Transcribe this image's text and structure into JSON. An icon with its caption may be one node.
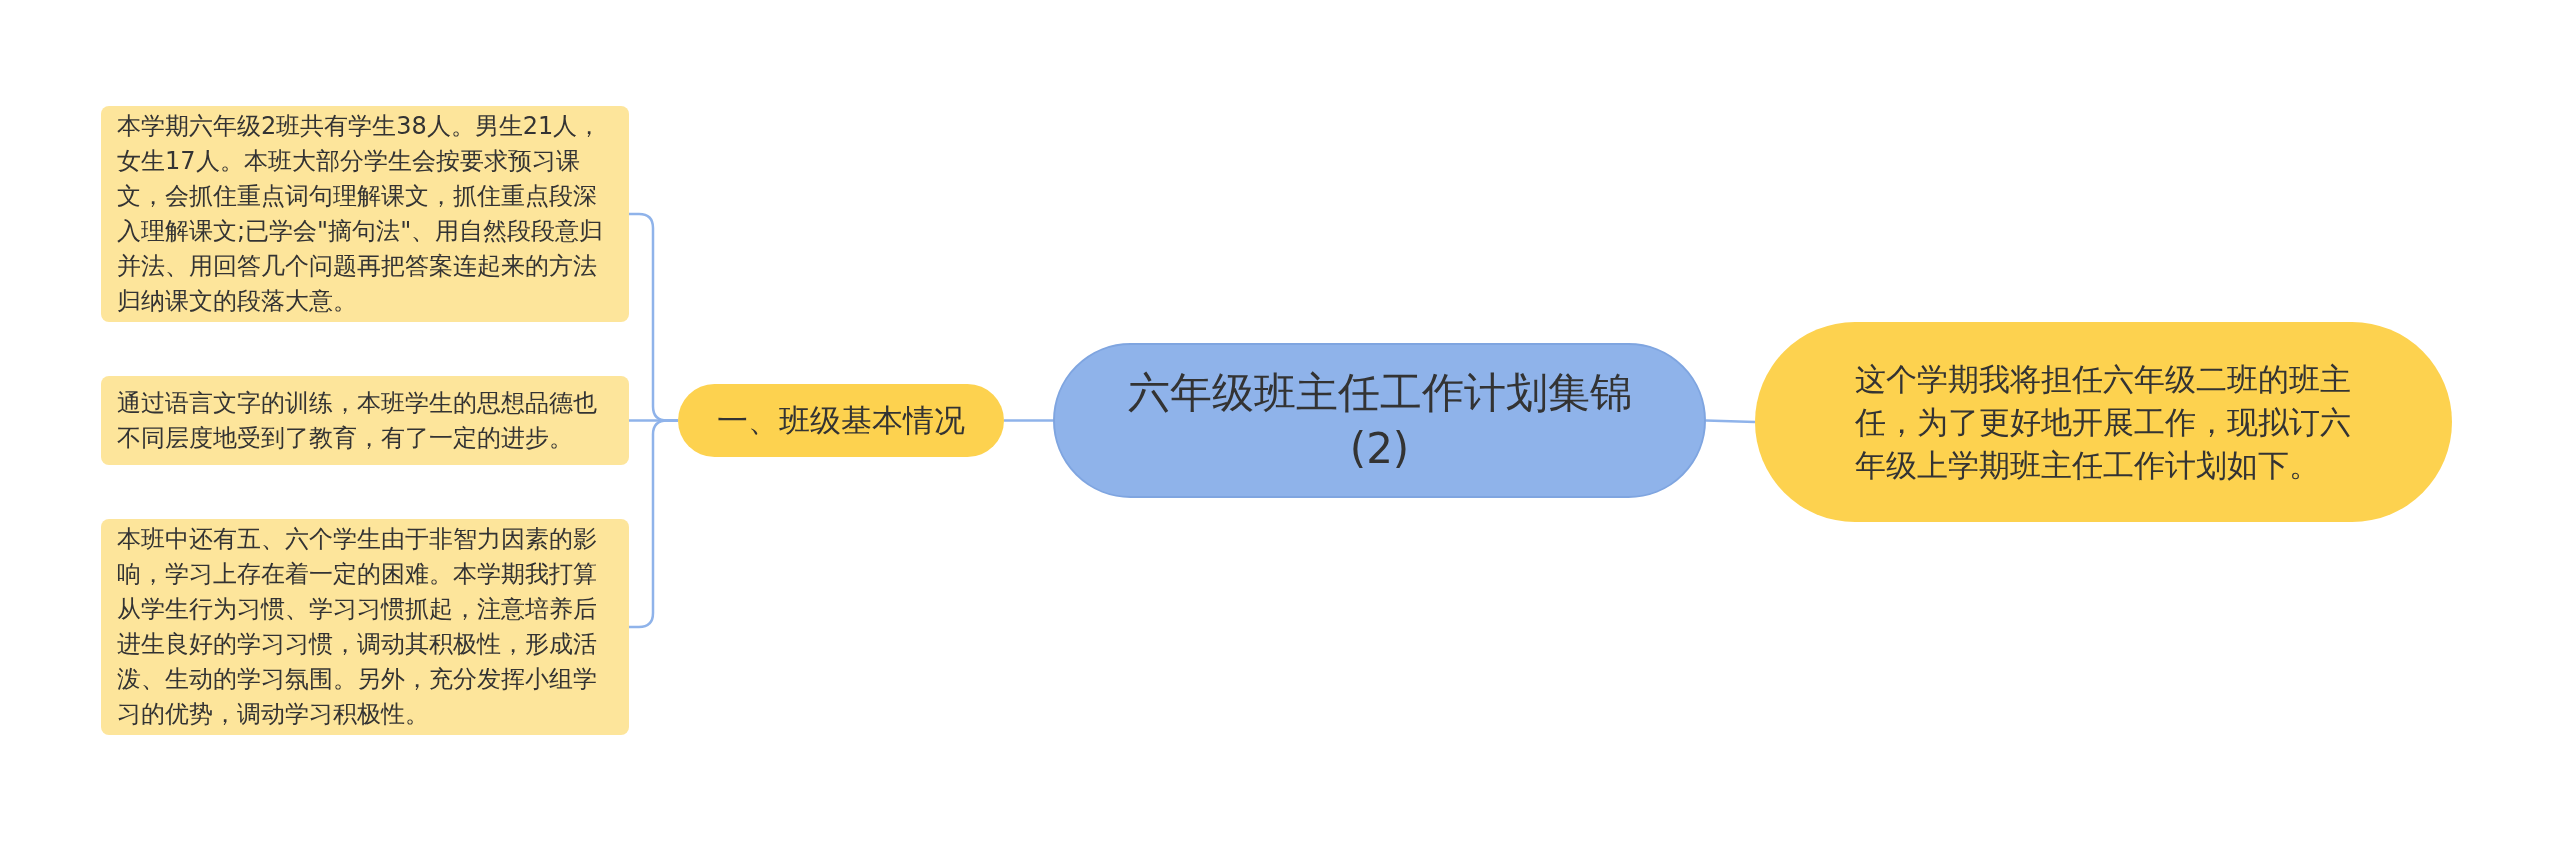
{
  "diagram": {
    "nodes": [
      {
        "text": [
          "六年级班主任工作计划集锦(2)"
        ]
      },
      {
        "text": [
          "一、班级基本情况"
        ]
      },
      {
        "text": [
          "本学期六年级2班共有学生38人。男生21人，女生17人。本班大部分学生会按要求预习课文，会抓住重点词句理解课文，抓住重点段深入理解课文;已学会\"摘句法\"、用自然段段意归并法、用回答几个问题再把答案连起来的方法归纳课文的段落大意。"
        ]
      },
      {
        "text": [
          "通过语言文字的训练，本班学生的思想品德也不同层度地受到了教育，有了一定的进步。"
        ]
      },
      {
        "text": [
          "本班中还有五、六个学生由于非智力因素的影响，学习上存在着一定的困难。本学期我打算从学生行为习惯、学习习惯抓起，注意培养后进生良好的学习习惯，调动其积极性，形成活泼、生动的学习氛围。另外，充分发挥小组学习的优势，调动学习积极性。"
        ]
      },
      {
        "text": [
          "这个学期我将担任六年级二班的班主任，为了更好地开展工作，现拟订六年级上学期班主任工作计划如下。"
        ]
      }
    ],
    "edges": [
      {
        "from": 0,
        "to": 1,
        "arrow": "none"
      },
      {
        "from": 1,
        "to": 2,
        "arrow": "none"
      },
      {
        "from": 1,
        "to": 3,
        "arrow": "none"
      },
      {
        "from": 1,
        "to": 4,
        "arrow": "none"
      },
      {
        "from": 0,
        "to": 5,
        "arrow": "none"
      }
    ]
  }
}
